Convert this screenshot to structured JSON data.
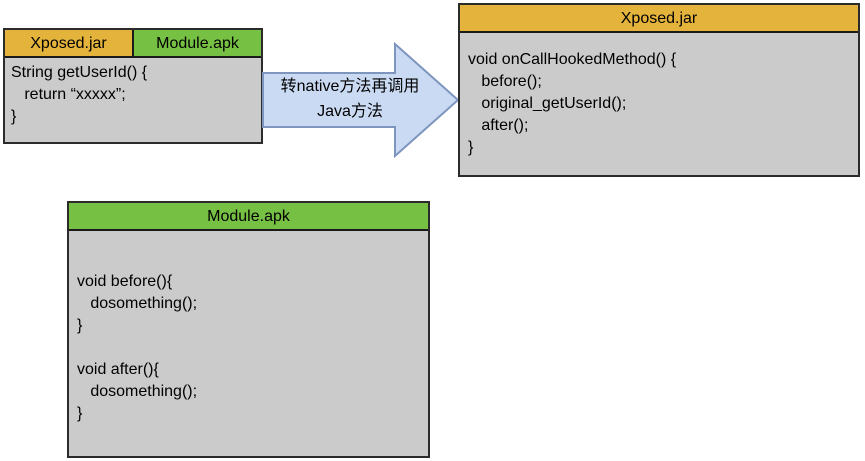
{
  "boxes": {
    "hooked": {
      "headers": [
        {
          "label": "Xposed.jar"
        },
        {
          "label": "Module.apk"
        }
      ],
      "code": "String getUserId() {\n   return “xxxxx”;\n}"
    },
    "xposed": {
      "header": "Xposed.jar",
      "code": "void onCallHookedMethod() {\n   before();\n   original_getUserId();\n   after();\n}"
    },
    "module": {
      "header": "Module.apk",
      "code": "void before(){\n   dosomething();\n}\n\nvoid after(){\n   dosomething();\n}"
    }
  },
  "arrow": {
    "label_line1": "转native方法再调用",
    "label_line2": "Java方法"
  },
  "colors": {
    "header_gold": "#e4b33c",
    "header_green": "#76c044",
    "body_gray": "#cbcbcb",
    "arrow_fill": "#c9daf2",
    "arrow_stroke": "#7e96be",
    "box_border": "#2b2b2b"
  }
}
